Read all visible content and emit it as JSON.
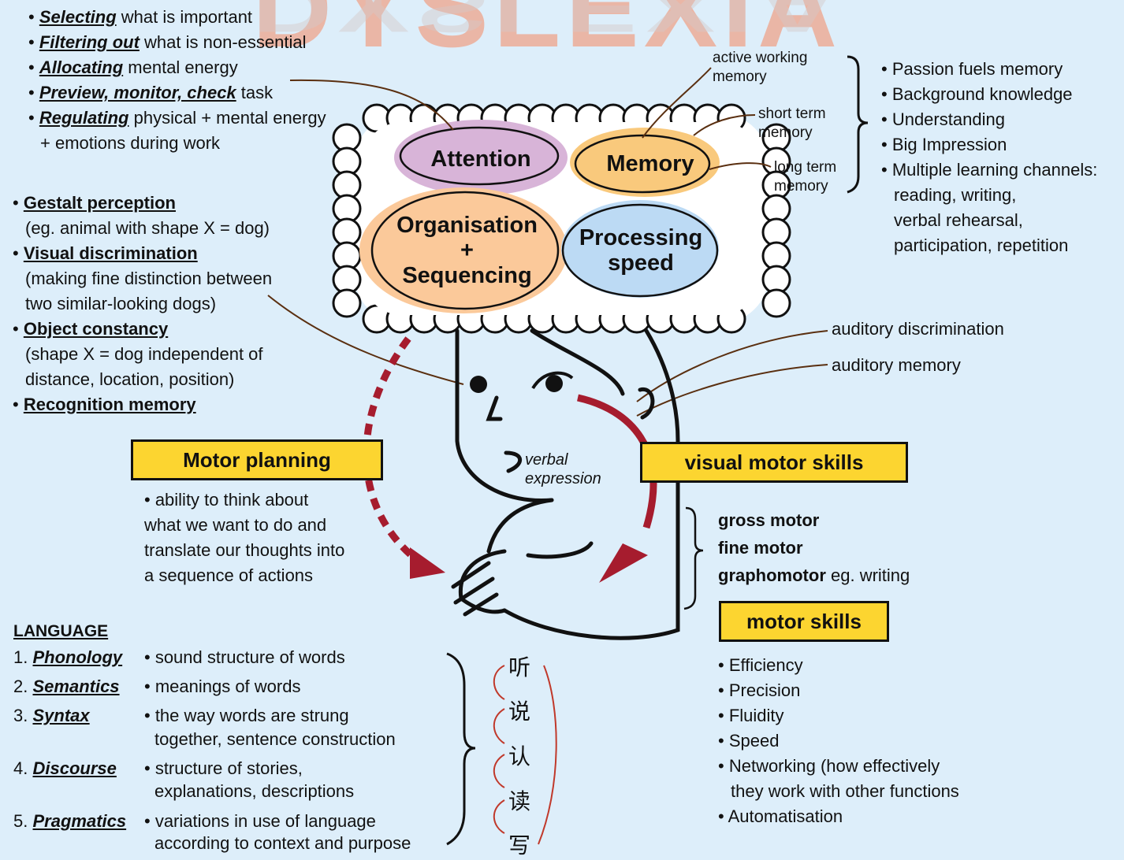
{
  "header_watermark": "DYSLEXIA",
  "attention_points": [
    {
      "em": "Selecting",
      "rest": " what is important"
    },
    {
      "em": "Filtering out",
      "rest": " what is non-essential"
    },
    {
      "em": "Allocating",
      "rest": " mental energy"
    },
    {
      "em": "Preview, monitor, check",
      "rest": " task"
    },
    {
      "em": "Regulating",
      "rest": " physical + mental energy"
    }
  ],
  "attention_point_cont": "+ emotions during work",
  "bubbles": {
    "attention": "Attention",
    "memory": "Memory",
    "organisation": "Organisation",
    "plus": "+",
    "sequencing": "Sequencing",
    "processing_1": "Processing",
    "processing_2": "speed"
  },
  "memory_types": {
    "active_1": "active working",
    "active_2": "memory",
    "short_1": "short term",
    "short_2": "memory",
    "long_1": "long term",
    "long_2": "memory"
  },
  "memory_points": [
    "Passion fuels memory",
    "Background knowledge",
    "Understanding",
    "Big Impression",
    "Multiple learning channels:"
  ],
  "memory_channels": [
    "reading, writing,",
    "verbal rehearsal,",
    "participation, repetition"
  ],
  "visual_points": {
    "gestalt": "Gestalt perception",
    "gestalt_desc": "(eg. animal with shape X = dog)",
    "discrim": "Visual discrimination",
    "discrim_desc_1": "(making fine distinction between",
    "discrim_desc_2": "two similar-looking dogs)",
    "constancy": "Object constancy",
    "constancy_desc_1": "(shape X = dog independent of",
    "constancy_desc_2": "distance, location, position)",
    "recognition": "Recognition memory"
  },
  "auditory": {
    "discrimination": "auditory discrimination",
    "memory": "auditory memory"
  },
  "verbal_expression": {
    "line1": "verbal",
    "line2": "expression"
  },
  "motor_planning": {
    "title": "Motor planning",
    "desc": [
      "• ability to think about",
      "what we want to do and",
      "translate our thoughts into",
      "a sequence of actions"
    ]
  },
  "visual_motor": {
    "title": "visual motor skills",
    "gross": "gross motor",
    "fine": "fine motor",
    "grapho": "graphomotor",
    "grapho_rest": " eg. writing"
  },
  "motor_skills": {
    "title": "motor skills",
    "points": [
      "Efficiency",
      "Precision",
      "Fluidity",
      "Speed",
      "Networking (how effectively",
      "Automatisation"
    ],
    "networking_cont": "they work with other functions"
  },
  "language": {
    "title": "LANGUAGE",
    "items": [
      {
        "num": "1.",
        "name": "Phonology",
        "desc": "• sound structure of words",
        "desc2": ""
      },
      {
        "num": "2.",
        "name": "Semantics",
        "desc": "• meanings of words",
        "desc2": ""
      },
      {
        "num": "3.",
        "name": "Syntax",
        "desc": "• the way words are strung",
        "desc2": "together, sentence construction"
      },
      {
        "num": "4.",
        "name": "Discourse",
        "desc": "• structure of stories,",
        "desc2": "explanations, descriptions"
      },
      {
        "num": "5.",
        "name": "Pragmatics",
        "desc": "• variations in use of language",
        "desc2": "according to context and purpose"
      }
    ]
  },
  "chinese_steps": [
    "听",
    "说",
    "认",
    "读",
    "写"
  ],
  "colors": {
    "background": "#ddeefa",
    "yellow": "#fcd530",
    "attention": "#d8b4d8",
    "memory": "#f9c97c",
    "organisation": "#fbc99a",
    "processing": "#bcdaf4",
    "arrow": "#a61c2e"
  }
}
